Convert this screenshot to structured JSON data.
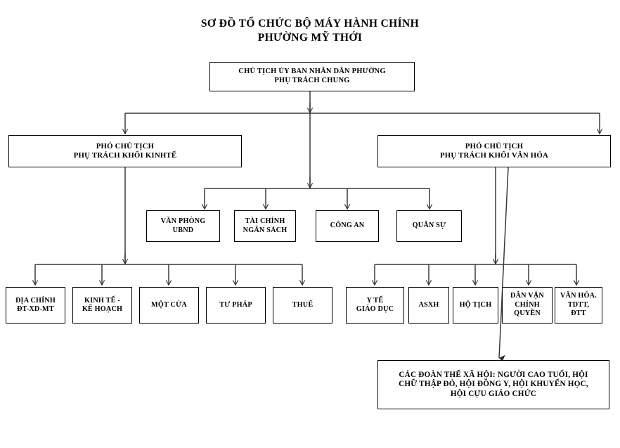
{
  "document": {
    "title_line1": "SƠ ĐỒ TỔ CHỨC BỘ MÁY HÀNH CHÍNH",
    "title_line2": "PHƯỜNG MỸ THỚI",
    "title_full": "SƠ ĐỒ TỔ CHỨC BỘ MÁY HÀNH CHÍNH\nPHƯỜNG MỸ THỚI"
  },
  "colors": {
    "background": "#ffffff",
    "text": "#000000",
    "box_border": "#000000",
    "connector": "#3a3a3a"
  },
  "chart_data": {
    "type": "diagram",
    "subtype": "organizational-chart",
    "title": "SƠ ĐỒ TỔ CHỨC BỘ MÁY HÀNH CHÍNH PHƯỜNG MỸ THỚI",
    "orientation": "top-down",
    "levels": 4
  },
  "nodes": {
    "chairman": {
      "text": "CHỦ TỊCH ỦY BAN NHÂN DÂN PHƯỜNG\nPHỤ TRÁCH CHUNG",
      "level": 1
    },
    "deputy_economy": {
      "text": "PHÓ CHỦ TỊCH\nPHỤ TRÁCH KHỐI KINHTẾ",
      "level": 2
    },
    "deputy_culture": {
      "text": "PHÓ CHỦ TỊCH\nPHỤ TRÁCH KHỐI VĂN HÓA",
      "level": 2
    },
    "middle_row": [
      {
        "text": "VĂN PHÒNG\nUBND"
      },
      {
        "text": "TÀI CHÍNH\nNGÂN SÁCH"
      },
      {
        "text": "CÔNG AN"
      },
      {
        "text": "QUÂN SỰ"
      }
    ],
    "left_leaf_row": [
      {
        "text": "ĐỊA CHÍNH\nĐT-XD-MT"
      },
      {
        "text": "KINH TẾ -\nKẾ HOẠCH"
      },
      {
        "text": "MỘT CỬA"
      },
      {
        "text": "TƯ PHÁP"
      },
      {
        "text": "THUẾ"
      }
    ],
    "right_leaf_row": [
      {
        "text": "Y TẾ\nGIÁO DỤC"
      },
      {
        "text": "ASXH"
      },
      {
        "text": "HỘ TỊCH"
      },
      {
        "text": "DÂN VẬN\nCHÍNH\nQUYỀN"
      },
      {
        "text": "VĂN HÓA.\nTDTT,\nĐTT"
      }
    ],
    "social_organizations": {
      "text": "CÁC ĐOÀN THỂ XÃ HỘI: NGƯỜI CAO TUỔI, HỘI\nCHỮ THẬP ĐỎ, HỘI ĐỒNG Y, HỘI KHUYẾN HỌC,\nHỘI CỰU GIÁO CHỨC",
      "level": 4
    }
  }
}
